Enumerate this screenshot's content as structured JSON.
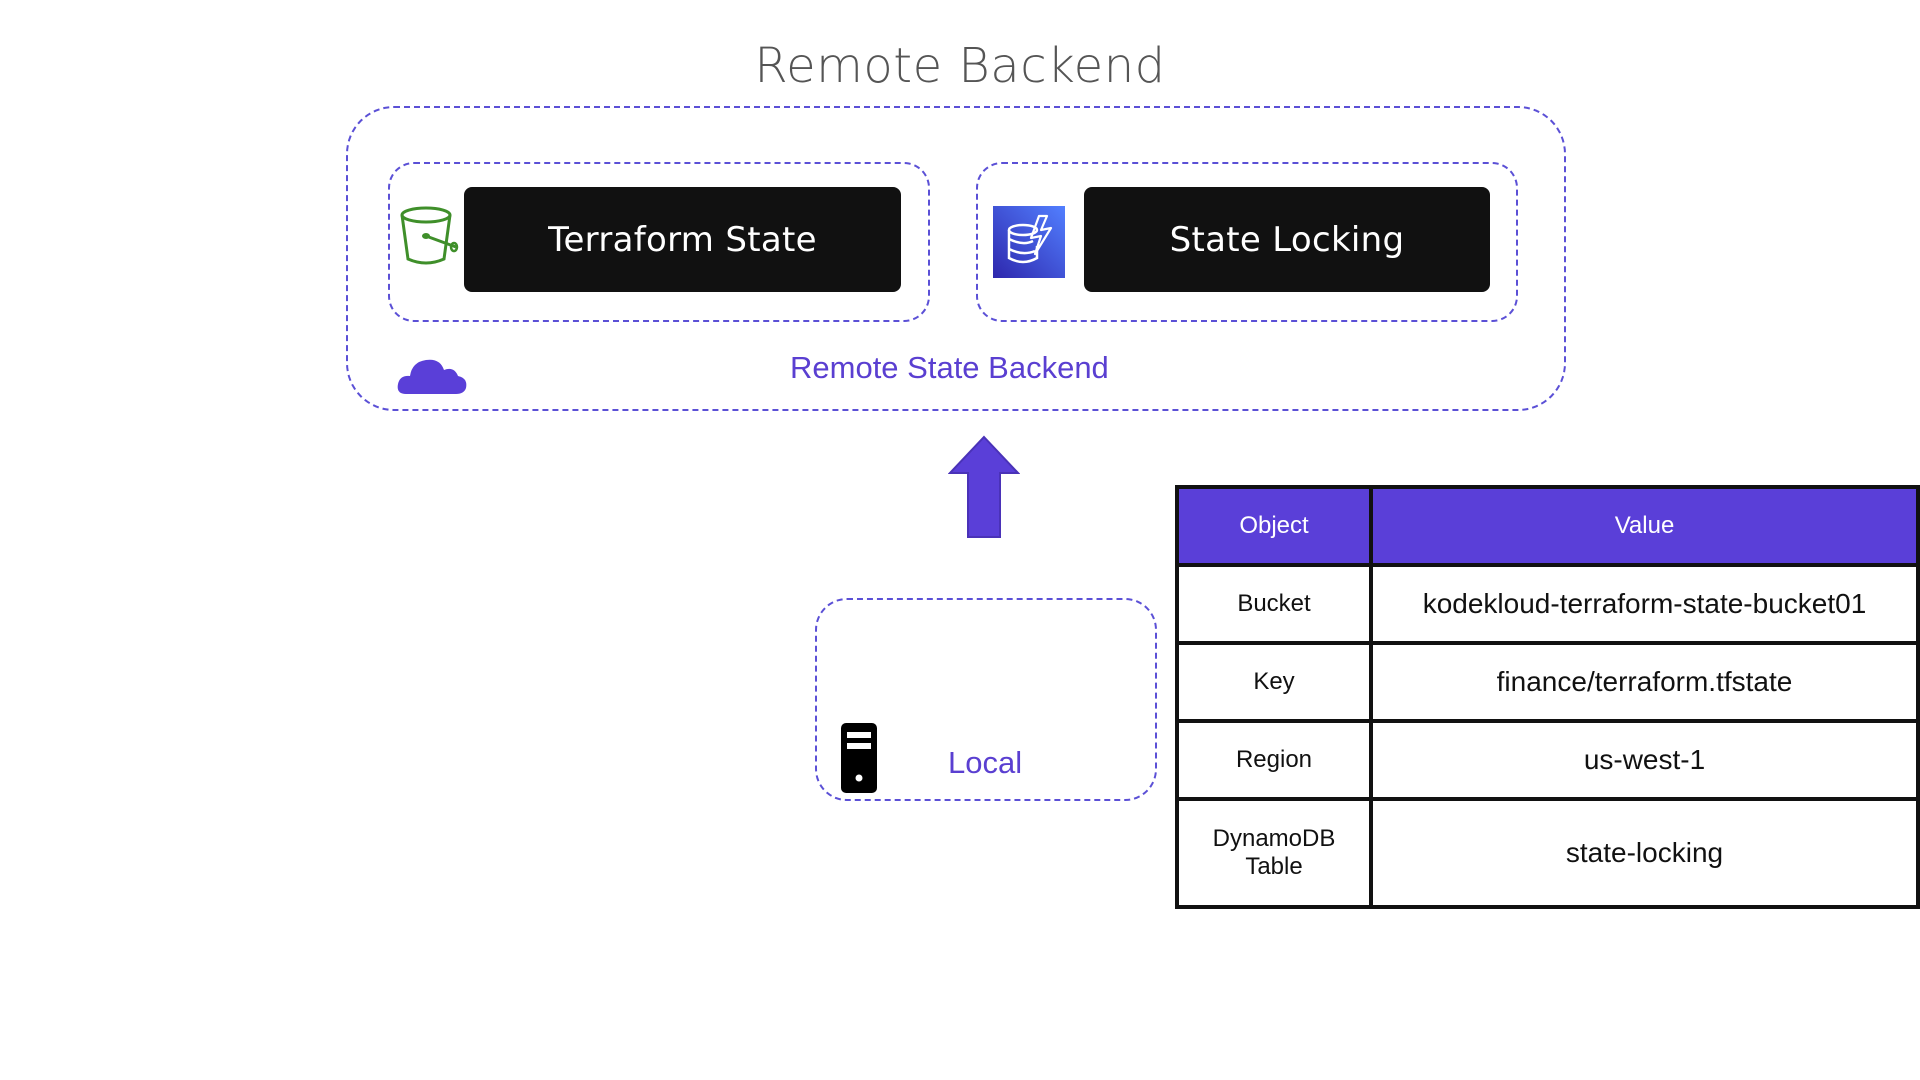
{
  "title": "Remote Backend",
  "remote": {
    "terraform_state_label": "Terraform State",
    "state_locking_label": "State Locking",
    "backend_label": "Remote State Backend"
  },
  "local": {
    "label": "Local"
  },
  "icons": {
    "bucket": "s3-bucket-icon",
    "dynamodb": "dynamodb-icon",
    "cloud": "cloud-icon",
    "server": "server-icon",
    "arrow": "up-arrow-icon"
  },
  "colors": {
    "accent": "#5a3fd8",
    "bucket_green": "#3f8f2a",
    "box_black": "#111111",
    "title_gray": "#555555"
  },
  "table": {
    "headers": [
      "Object",
      "Value"
    ],
    "rows": [
      {
        "object": "Bucket",
        "value": "kodekloud-terraform-state-bucket01"
      },
      {
        "object": "Key",
        "value": "finance/terraform.tfstate"
      },
      {
        "object": "Region",
        "value": "us-west-1"
      },
      {
        "object_line1": "DynamoDB",
        "object_line2": "Table",
        "value": "state-locking"
      }
    ]
  }
}
